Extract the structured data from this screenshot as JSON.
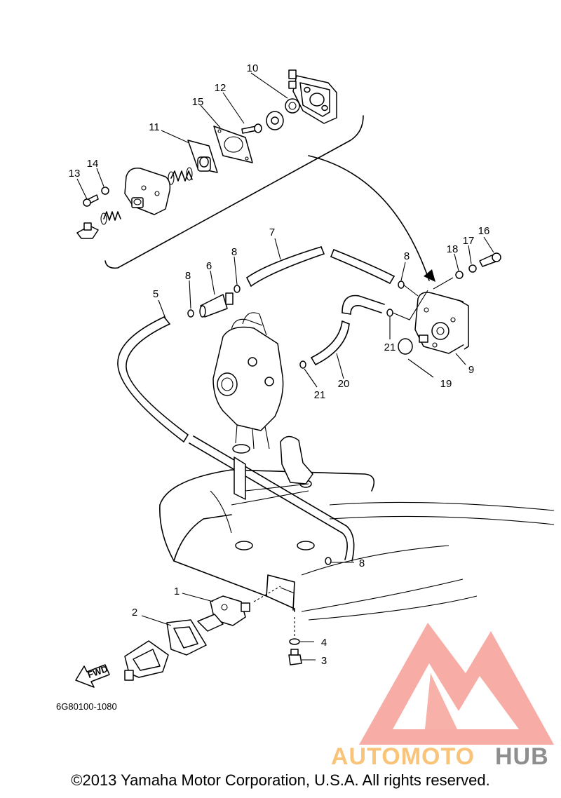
{
  "diagram": {
    "labels": {
      "p1": "1",
      "p2": "2",
      "p3": "3",
      "p4": "4",
      "p5": "5",
      "p6": "6",
      "p7": "7",
      "p8a": "8",
      "p8b": "8",
      "p8c": "8",
      "p8d": "8",
      "p9": "9",
      "p10": "10",
      "p11": "11",
      "p12": "12",
      "p13": "13",
      "p14": "14",
      "p15": "15",
      "p16": "16",
      "p17": "17",
      "p18": "18",
      "p19": "19",
      "p20": "20",
      "p21a": "21",
      "p21b": "21"
    },
    "fwd_label": "FWD",
    "drawing_code": "6G80100-1080"
  },
  "watermark": {
    "word_part1": "AUTOMOTO",
    "word_part2": "HUB",
    "color_primary": "#f7a8a0",
    "color_accent": "#f9c47a",
    "color_dark": "#8e8e8e"
  },
  "footer": {
    "copyright": "©2013 Yamaha Motor Corporation, U.S.A. All rights reserved."
  }
}
